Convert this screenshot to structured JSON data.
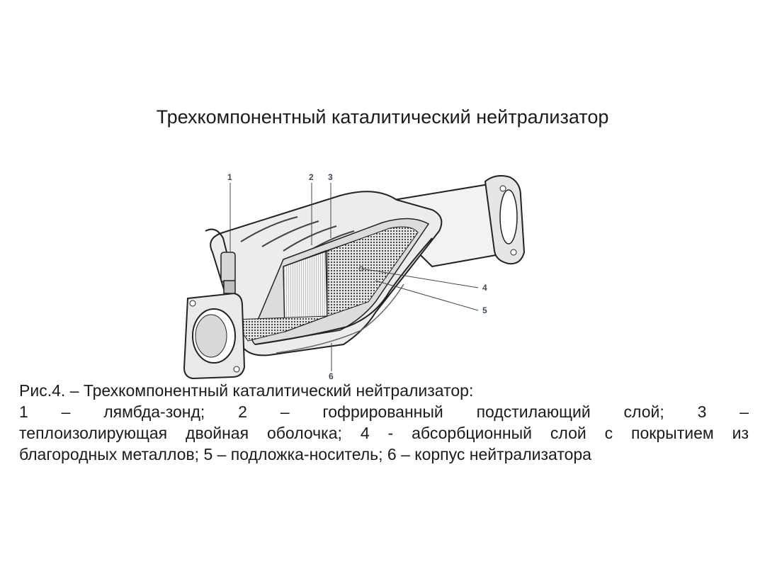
{
  "title": "Трехкомпонентный каталитический нейтрализатор",
  "figure": {
    "callouts": [
      {
        "id": "1"
      },
      {
        "id": "2"
      },
      {
        "id": "3"
      },
      {
        "id": "4"
      },
      {
        "id": "5"
      },
      {
        "id": "6"
      }
    ]
  },
  "caption": {
    "line1": "Рис.4. – Трехкомпонентный каталитический нейтрализатор:",
    "line2": "1 – лямбда-зонд; 2 – гофрированный подстилающий слой; 3 –",
    "line3": "теплоизолирующая двойная оболочка; 4 - абсорбционный слой с покрытием из",
    "line4": "благородных металлов; 5 – подложка-носитель; 6 – корпус нейтрализатора"
  }
}
